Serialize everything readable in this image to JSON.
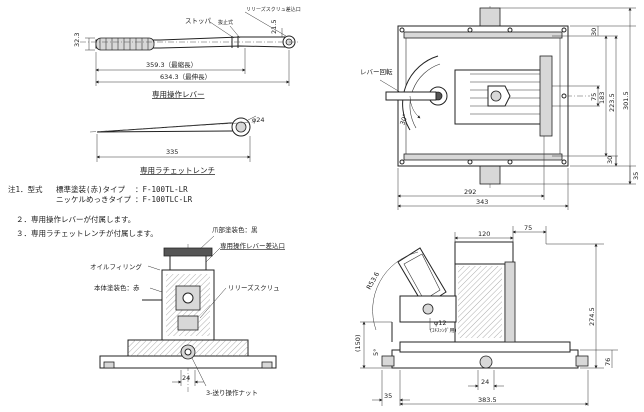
{
  "lever": {
    "stopper": "ストッパ",
    "lock_pin": "抜止式",
    "socket": "リリーズスクリュ差込口",
    "d_handle": "32.3",
    "d_socket": "21.5",
    "len_min": "359.3（最縮長）",
    "len_max": "634.3（最伸長）",
    "caption": "専用操作レバー"
  },
  "wrench": {
    "dia": "φ24",
    "length": "335",
    "caption": "専用ラチェットレンチ"
  },
  "notes": {
    "n1_head": "注1．型式",
    "n1_a_label": "標準塗装(赤)タイプ",
    "n1_a_model": "：F-100TL-LR",
    "n1_b_label": "ニッケルめっきタイプ",
    "n1_b_model": "：F-100TLC-LR",
    "n2": "２．専用操作レバーが付属します。",
    "n3": "３．専用ラチェットレンチが付属します。"
  },
  "front": {
    "claw_paint": "爪部塗装色：黒",
    "lever_socket": "専用操作レバー差込口",
    "oil_filling": "オイルフィリング",
    "body_paint": "本体塗装色：赤",
    "release_screw": "リリーズスクリュ",
    "dim_24": "24",
    "feed_nut": "3-送り操作ナット"
  },
  "top": {
    "lever_rotation": "レバー回転",
    "angle": "30°",
    "d_30_top": "30",
    "d_75": "75",
    "d_183": "183",
    "d_2235": "223.5",
    "d_3015": "301.5",
    "d_30_bot": "30",
    "d_35": "35",
    "d_292": "292",
    "d_343": "343"
  },
  "side": {
    "d_120": "120",
    "d_75": "75",
    "radius": "R53.6",
    "d_150": "(150)",
    "angle_5": "5°",
    "d_phi12": "φ12",
    "d_phi12_note": "(ｴｷｽｯﾝﾀﾞ用)",
    "d_2745": "274.5",
    "d_76": "76",
    "d_24": "24",
    "d_35": "35",
    "d_3835": "383.5"
  },
  "colors": {
    "body_accent": "#c0392b"
  }
}
